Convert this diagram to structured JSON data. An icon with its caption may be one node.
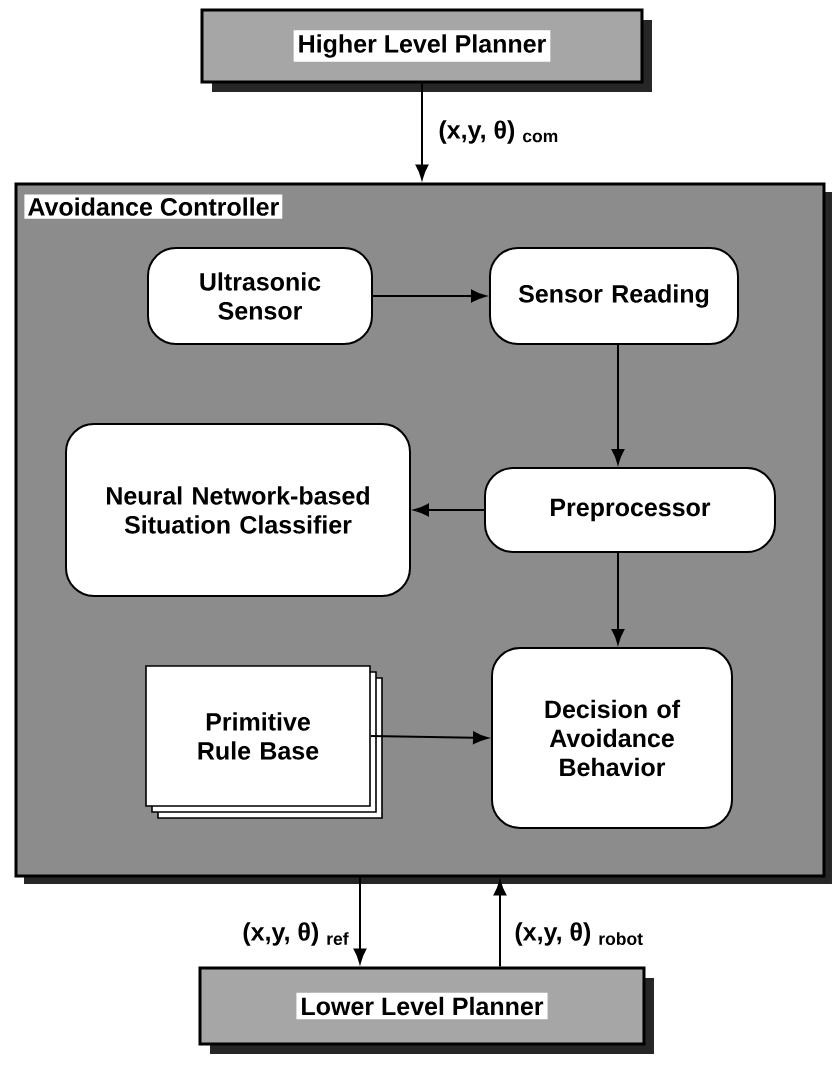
{
  "diagram": {
    "nodes": [
      {
        "text": [
          "Higher Level Planner"
        ]
      },
      {
        "text": [
          "Avoidance Controller"
        ]
      },
      {
        "text": [
          "Ultrasonic Sensor"
        ],
        "in": 1
      },
      {
        "text": [
          "Sensor Reading"
        ],
        "in": 1
      },
      {
        "text": [
          "Neural Network-based Situation Classifier"
        ],
        "in": 1
      },
      {
        "text": [
          "Preprocessor"
        ],
        "in": 1
      },
      {
        "text": [
          "Primitive Rule Base"
        ],
        "in": 1
      },
      {
        "text": [
          "Decision of Avoidance Behavior"
        ],
        "in": 1
      },
      {
        "text": [
          "Lower Level Planner"
        ]
      }
    ],
    "edges": [
      {
        "from": 0,
        "to": 1,
        "arrow": "to",
        "label": "(x,y, θ) $_{com}$"
      },
      {
        "from": 2,
        "to": 3,
        "arrow": "to"
      },
      {
        "from": 3,
        "to": 5,
        "arrow": "to"
      },
      {
        "from": 5,
        "to": 4,
        "arrow": "to"
      },
      {
        "from": 5,
        "to": 7,
        "arrow": "to"
      },
      {
        "from": 6,
        "to": 7,
        "arrow": "to"
      },
      {
        "from": 1,
        "to": 8,
        "arrow": "to",
        "label": "(x,y, θ) $_{ref}$"
      },
      {
        "from": 8,
        "to": 1,
        "arrow": "to",
        "label": "(x,y, θ) $_{robot}$"
      }
    ]
  }
}
